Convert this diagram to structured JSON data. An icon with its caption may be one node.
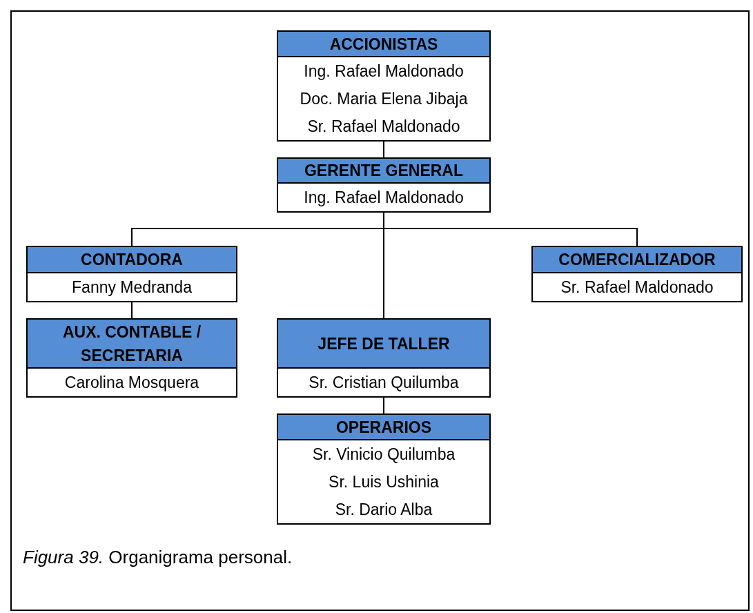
{
  "diagram": {
    "caption": "*Figura 39.* Organigrama personal.",
    "nodes": [
      {
        "text": [
          "ACCIONISTAS",
          "Ing. Rafael Maldonado",
          "Doc. Maria Elena Jibaja",
          "Sr. Rafael Maldonado"
        ]
      },
      {
        "text": [
          "GERENTE GENERAL",
          "Ing. Rafael Maldonado"
        ]
      },
      {
        "text": [
          "CONTADORA",
          "Fanny Medranda"
        ]
      },
      {
        "text": [
          "COMERCIALIZADOR",
          "Sr. Rafael Maldonado"
        ]
      },
      {
        "text": [
          "AUX. CONTABLE / SECRETARIA",
          "Carolina Mosquera"
        ]
      },
      {
        "text": [
          "JEFE DE TALLER",
          "Sr. Cristian Quilumba"
        ]
      },
      {
        "text": [
          "OPERARIOS",
          "Sr. Vinicio Quilumba",
          "Sr. Luis Ushinia",
          "Sr. Dario Alba"
        ]
      }
    ],
    "edges": [
      {
        "from": 0,
        "to": 1,
        "arrow": "none"
      },
      {
        "from": 1,
        "to": 2,
        "arrow": "none"
      },
      {
        "from": 1,
        "to": 5,
        "arrow": "none"
      },
      {
        "from": 1,
        "to": 3,
        "arrow": "none"
      },
      {
        "from": 2,
        "to": 4,
        "arrow": "none"
      },
      {
        "from": 5,
        "to": 6,
        "arrow": "none"
      }
    ]
  }
}
